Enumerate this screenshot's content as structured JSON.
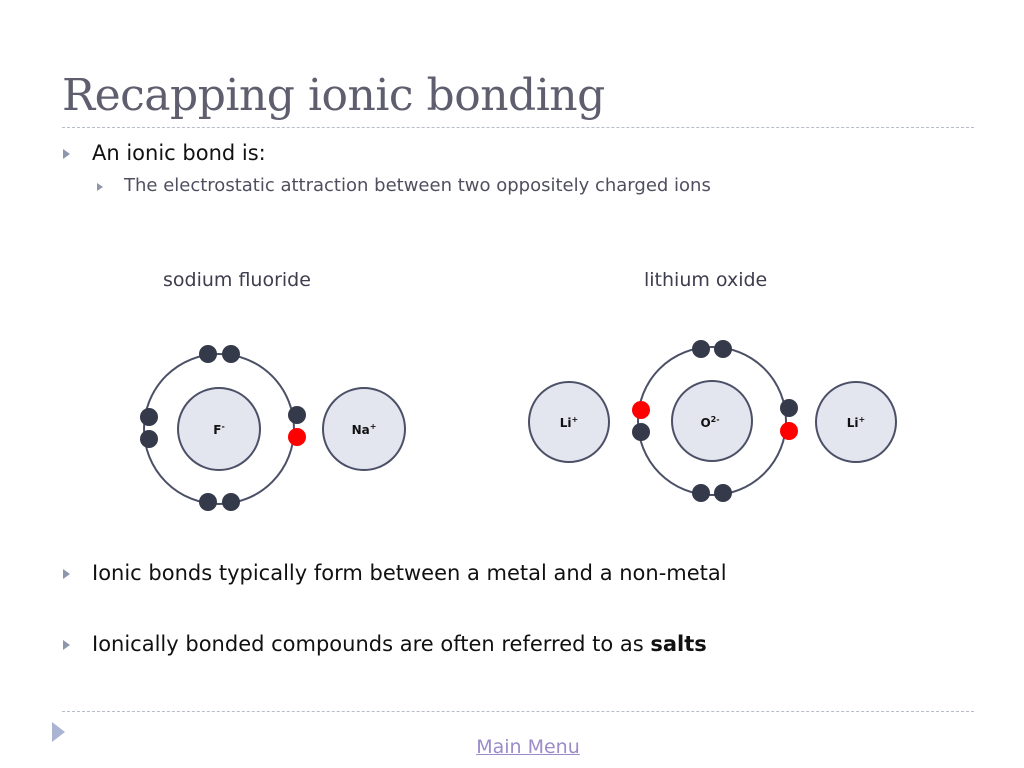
{
  "slide": {
    "title": "Recapping ionic bonding",
    "bullets": {
      "b1": "An ionic bond is:",
      "b1_sub": "The electrostatic attraction between two oppositely charged ions",
      "b2": "Ionic bonds typically form between a metal and a non-metal",
      "b3_prefix": "Ionically bonded compounds are often referred to as ",
      "b3_bold": "salts"
    },
    "captions": {
      "left": "sodium fluoride",
      "right": "lithium oxide"
    },
    "ions": {
      "f_symbol": "F",
      "f_charge": "-",
      "na_symbol": "Na",
      "na_charge": "+",
      "li_symbol": "Li",
      "li_charge": "+",
      "o_symbol": "O",
      "o_charge": "2-"
    },
    "nav": {
      "main_menu": "Main Menu"
    }
  },
  "colors": {
    "title": "#5e5e6e",
    "electron": "#353a4a",
    "transferred_electron": "#ff0000",
    "ion_fill": "#e3e5ef",
    "ion_stroke": "#4b5066",
    "link": "#9b8bc9",
    "bullet": "#8e96aa"
  }
}
